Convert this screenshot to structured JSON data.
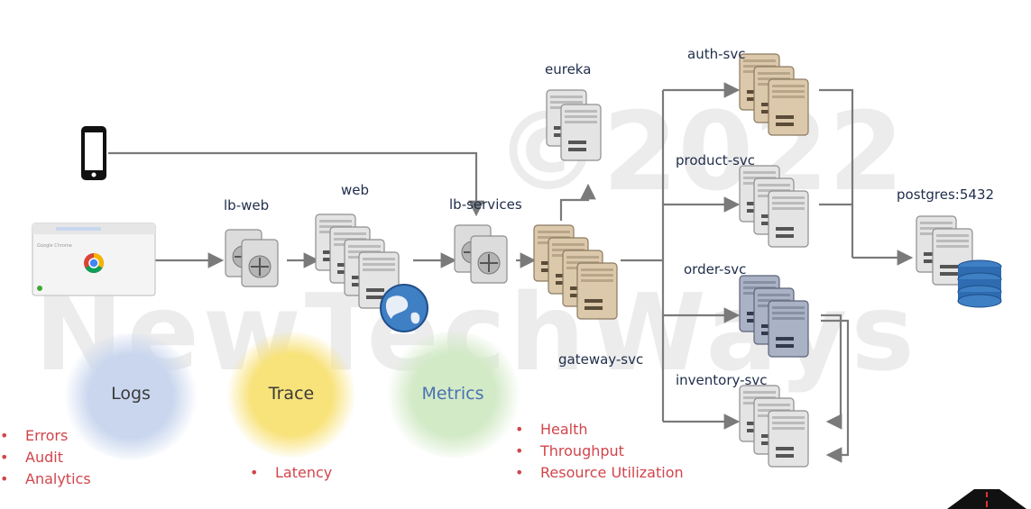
{
  "watermark": {
    "copyright": "©2022",
    "brand": "NewTechWays"
  },
  "nodes": {
    "lb_web": "lb-web",
    "web": "web",
    "lb_services": "lb-services",
    "eureka": "eureka",
    "gateway": "gateway-svc",
    "auth": "auth-svc",
    "product": "product-svc",
    "order": "order-svc",
    "inventory": "inventory-svc",
    "postgres": "postgres:5432"
  },
  "browser": {
    "app_name": "Google Chrome"
  },
  "pillars": [
    {
      "label": "Logs",
      "color": "#c9d6ee",
      "text_color": "#3b3b3b",
      "items": [
        "Errors",
        "Audit",
        "Analytics"
      ]
    },
    {
      "label": "Trace",
      "color": "#f8e27a",
      "text_color": "#3b3b3b",
      "items": [
        "Latency"
      ]
    },
    {
      "label": "Metrics",
      "color": "#d3eac7",
      "text_color": "#4a72b0",
      "items": [
        "Health",
        "Throughput",
        "Resource Utilization"
      ]
    }
  ],
  "colors": {
    "server_grey": "#cfcfcf",
    "server_tan": "#d8c4a6",
    "server_slate": "#a9b1c6",
    "arrow": "#7a7a7a",
    "label": "#1f2d4a",
    "bullet": "#d1454c"
  },
  "icons": [
    "mobile-phone-icon",
    "browser-window-icon",
    "load-balancer-icon",
    "server-icon",
    "globe-icon",
    "database-icon",
    "road-logo-icon"
  ]
}
